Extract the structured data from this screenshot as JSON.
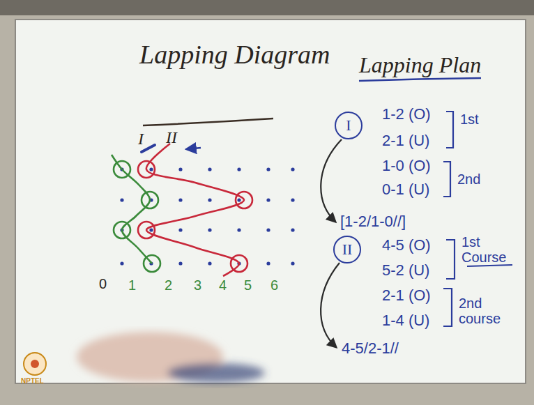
{
  "diagram": {
    "title": "Lapping Diagram",
    "nodes": [
      {
        "text": [
          "I"
        ]
      },
      {
        "text": [
          "II"
        ]
      }
    ],
    "labels": [
      "I",
      "II",
      "0",
      "1",
      "2",
      "3",
      "4",
      "5",
      "6",
      "Lapping Plan",
      "1-2 (O)",
      "2-1 (U)",
      "1st",
      "1-0 (O)",
      "0-1 (U)",
      "2nd",
      "[1-2/1-0//]",
      "4-5 (O)",
      "5-2 (U)",
      "1st Course",
      "2-1 (O)",
      "1-4 (U)",
      "2nd course",
      "4-5/2-1//",
      "NPTEL"
    ]
  }
}
